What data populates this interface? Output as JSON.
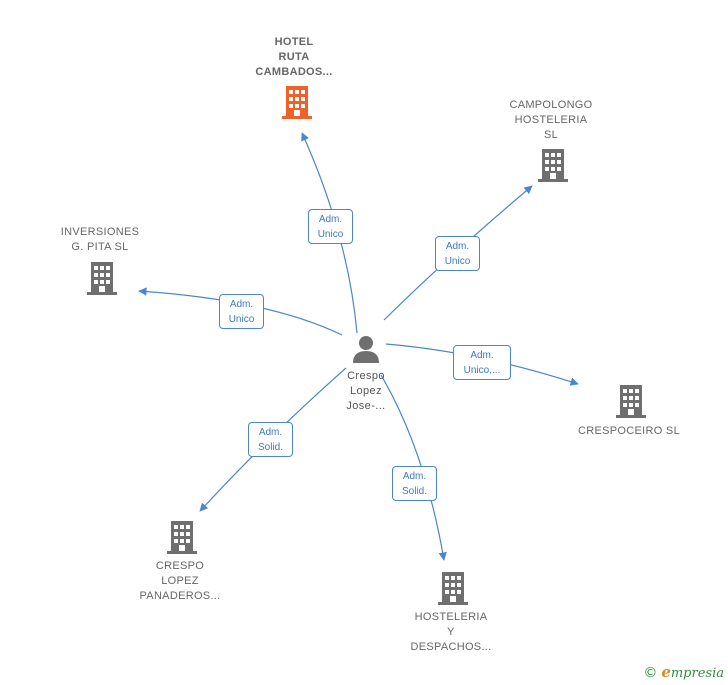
{
  "nodes": {
    "center": {
      "label": "Crespo\nLopez\nJose-..."
    },
    "hotel": {
      "label": "HOTEL\nRUTA\nCAMBADOS..."
    },
    "campolongo": {
      "label": "CAMPOLONGO\nHOSTELERIA\nSL"
    },
    "inversiones": {
      "label": "INVERSIONES\nG. PITA SL"
    },
    "crespoceiro": {
      "label": "CRESPOCEIRO SL"
    },
    "panaderos": {
      "label": "CRESPO\nLOPEZ\nPANADEROS..."
    },
    "hosteleria": {
      "label": "HOSTELERIA\nY\nDESPACHOS..."
    }
  },
  "edges": {
    "hotel": "Adm.\nUnico",
    "campolongo": "Adm.\nUnico",
    "inversiones": "Adm.\nUnico",
    "crespoceiro": "Adm.\nUnico,...",
    "panaderos": "Adm.\nSolid.",
    "hosteleria": "Adm.\nSolid."
  },
  "colors": {
    "edge": "#4a86d0",
    "company_icon": "#6f6f6f",
    "highlight_icon": "#f0612a",
    "person_icon": "#6f6f6f"
  },
  "footer": {
    "copyright": "©",
    "brand_initial": "e",
    "brand_rest": "mpresia"
  }
}
